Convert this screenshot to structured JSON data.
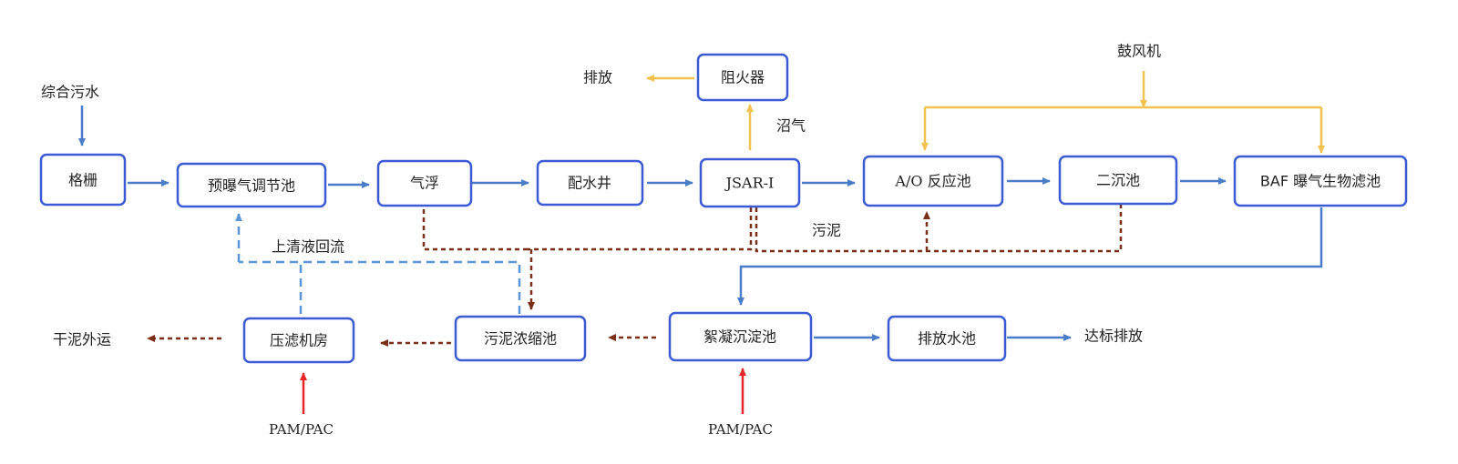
{
  "nodes": {
    "grid": "格栅",
    "pre_aeration": "预曝气调节池",
    "flotation": "气浮",
    "distribution_well": "配水井",
    "jsar": "JSAR-I",
    "flame_arrester": "阻火器",
    "ao_reactor": "A/O 反应池",
    "secondary_clarifier": "二沉池",
    "baf": "BAF 曝气生物滤池",
    "sludge_thickener": "污泥浓缩池",
    "filter_press": "压滤机房",
    "coagulation": "絮凝沉淀池",
    "discharge_pool": "排放水池"
  },
  "labels": {
    "wastewater_in": "综合污水",
    "discharge_gas": "排放",
    "biogas": "沼气",
    "blower": "鼓风机",
    "sludge": "污泥",
    "supernatant_return": "上清液回流",
    "dry_sludge_out": "干泥外运",
    "compliant_discharge": "达标排放",
    "chem_left": "PAM/PAC",
    "chem_right": "PAM/PAC"
  },
  "colors": {
    "box_border": "#3b5bd6",
    "water_flow": "#4a7cc9",
    "gas_flow": "#f2c14e",
    "sludge_flow": "#7a2e16",
    "return_flow": "#5b95d9",
    "chemical_dosing": "#e8262a"
  }
}
